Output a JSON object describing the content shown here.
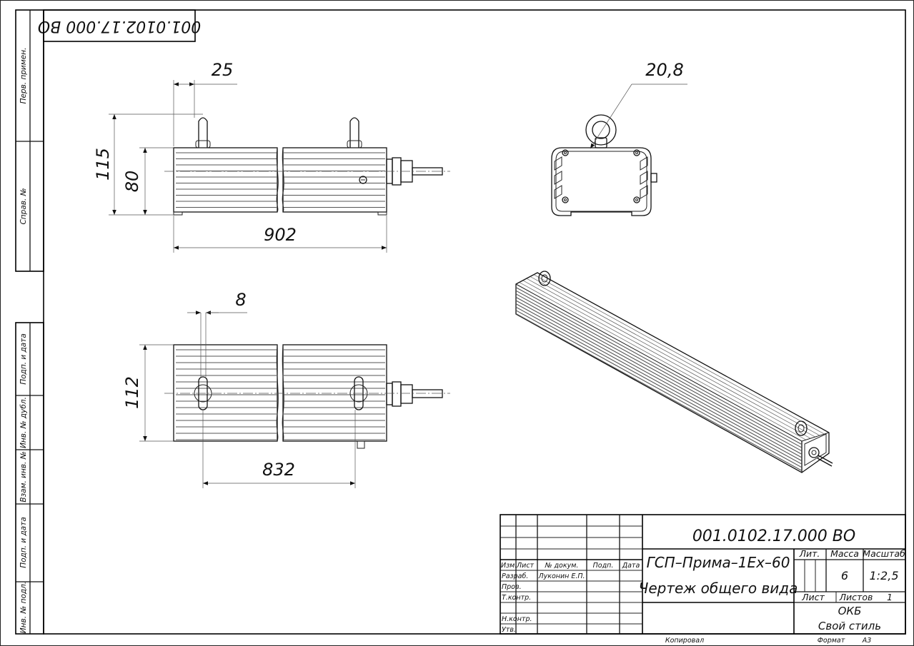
{
  "document_code": "001.0102.17.000 ВО",
  "stamp": {
    "code": "001.0102.17.000 ВО",
    "name_line1": "ГСП–Прима–1Ex–60",
    "name_line2": "Чертеж общего вида",
    "lit_label": "Лит.",
    "mass_label": "Масса",
    "scale_label": "Масштаб",
    "mass_value": "6",
    "scale_value": "1:2,5",
    "sheet_label": "Лист",
    "sheets_label": "Листов",
    "sheets_value": "1",
    "org_line1": "ОКБ",
    "org_line2": "Свой стиль",
    "copied_label": "Копировал",
    "format_label": "Формат",
    "format_value": "А3",
    "headers": {
      "change": "Изм.",
      "sheet": "Лист",
      "doc_no": "№ докум.",
      "sign": "Подп.",
      "date": "Дата"
    },
    "roles": {
      "developed": "Разраб.",
      "developer_name": "Луконин Е.П.",
      "checked": "Пров.",
      "tech_control": "Т.контр.",
      "norm_control": "Н.контр.",
      "approved": "Утв."
    }
  },
  "side_stamp": {
    "first_use": "Перв. примен.",
    "ref_no": "Справ. №",
    "sign_date_1": "Подп. и дата",
    "dup_inv": "Инв. № дубл.",
    "replace_inv": "Взам. инв. №",
    "sign_date_2": "Подп. и дата",
    "orig_inv": "Инв. № подл."
  },
  "dimensions": {
    "top_lug_offset": "25",
    "overall_height": "115",
    "body_height": "80",
    "overall_length": "902",
    "lug_width": "8",
    "width": "112",
    "lug_spacing": "832",
    "eye_diameter": "20,8"
  }
}
